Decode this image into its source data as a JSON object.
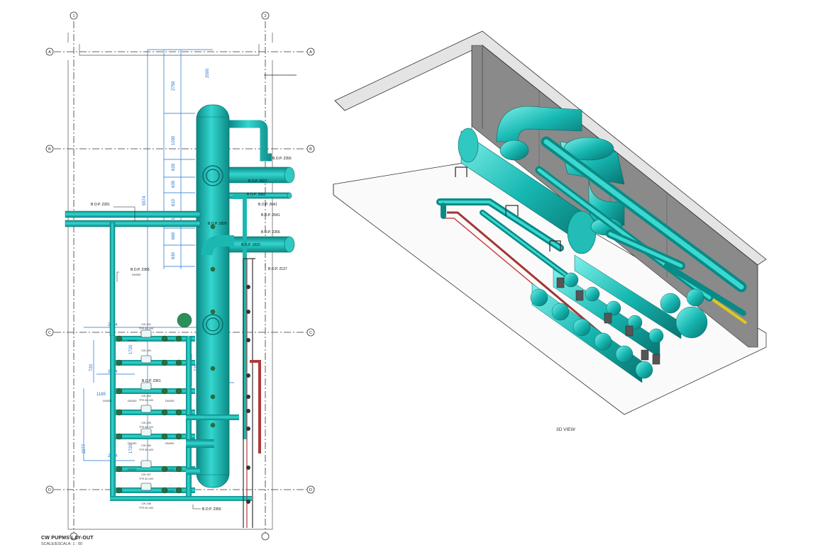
{
  "plan": {
    "title": "CW PUPMS LAY-OUT",
    "scale": "SCALE/ESCALA: 1 : 50",
    "grid_labels": [
      "A",
      "B",
      "C",
      "D",
      "1",
      "2"
    ],
    "vertical_dims": [
      "2000",
      "2759",
      "1030",
      "628",
      "635",
      "610",
      "610",
      "669",
      "830"
    ],
    "other_dims": [
      "5574",
      "2214",
      "2214",
      "2214",
      "1185",
      "720",
      "720",
      "1720",
      "1720",
      "2527",
      "2277"
    ],
    "callouts": [
      "B.O.P. 2356",
      "B.O.P. 2627",
      "B.O.P. 2962",
      "B.O.P. 2641",
      "B.O.P. 2641",
      "B.O.P. 2356",
      "B.O.P. 1820",
      "B.O.P. 1826",
      "B.O.P. 2137",
      "B.O.P. 2281",
      "B.O.P. 2365",
      "B.O.P. 2361",
      "B.O.P. 2356"
    ],
    "pipe_sizes": [
      "DN250",
      "DN150",
      "DN150",
      "DN200",
      "DN150",
      "DN150",
      "DN150",
      "DN200",
      "DN150",
      "DN150",
      "DN150"
    ],
    "pump_tags": [
      "CW-402",
      "CW-403",
      "CW-404",
      "CW-405",
      "CW-406",
      "CW-407",
      "CW-408"
    ],
    "pump_model": "TPE 80-400"
  },
  "view3d": {
    "label": "3D VIEW"
  },
  "colors": {
    "pipe": "#19b3b0",
    "pipe_dark": "#0b7f7c",
    "pipe_light": "#34d6cf",
    "valve": "#2e6e3a",
    "cable_red": "#b03a3a",
    "grid": "#333333",
    "dim": "#1e6fd0"
  }
}
